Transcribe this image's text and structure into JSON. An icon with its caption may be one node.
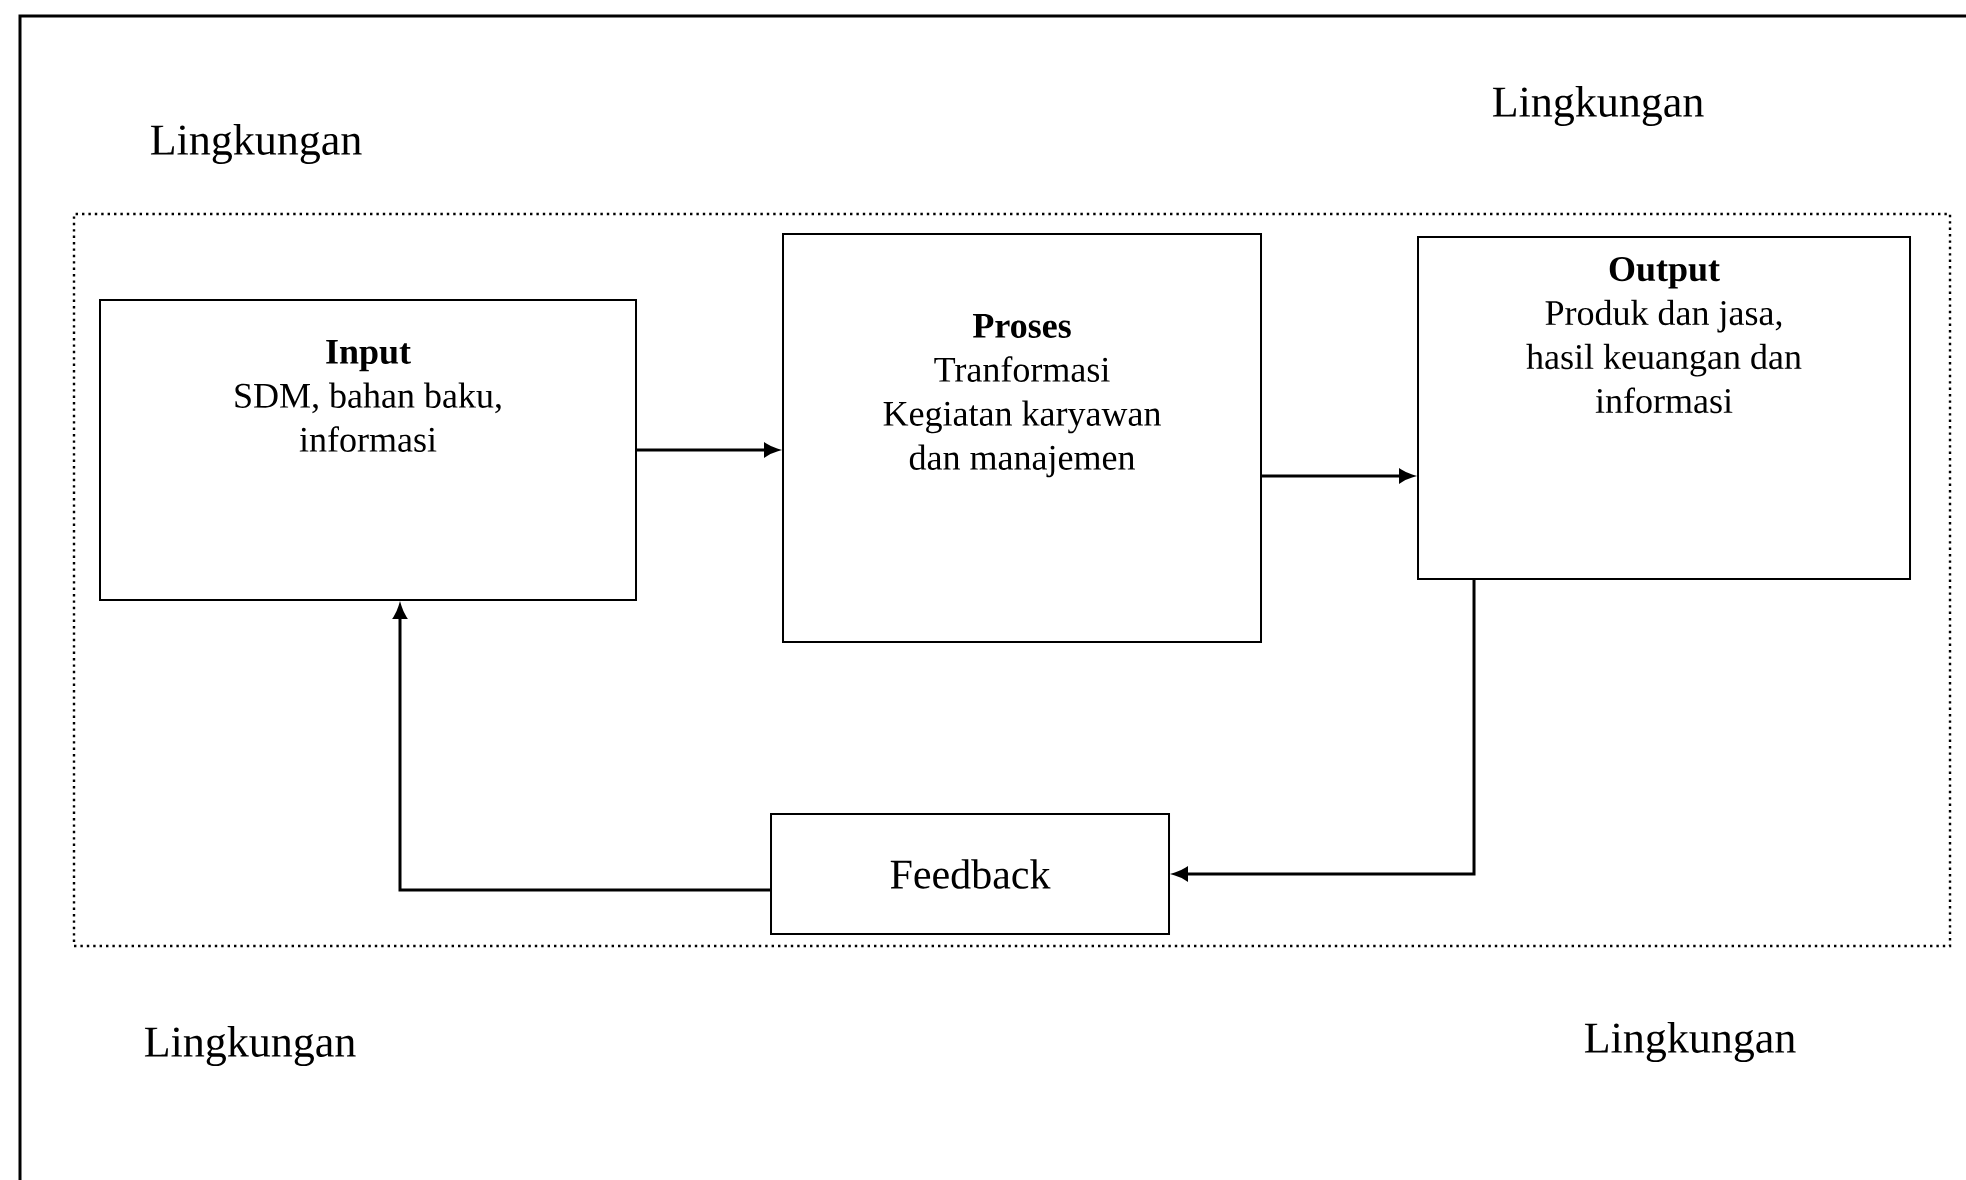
{
  "diagram": {
    "nodes": [
      {
        "text": [],
        "shape": "box"
      },
      {
        "text": [
          "Input",
          "SDM, bahan baku, informasi"
        ],
        "in": 0
      },
      {
        "text": [
          "Proses",
          "Tranformasi",
          "Kegiatan karyawan dan  manajemen"
        ],
        "in": 0
      },
      {
        "text": [
          "Output",
          "Produk dan jasa, hasil keuangan dan informasi"
        ],
        "in": 0
      },
      {
        "text": [
          "Feedback"
        ],
        "in": 0
      }
    ],
    "edges": [
      {
        "from": 1,
        "to": 2,
        "arrow": "to"
      },
      {
        "from": 2,
        "to": 3,
        "arrow": "to"
      },
      {
        "from": 3,
        "to": 4,
        "arrow": "to"
      },
      {
        "from": 4,
        "to": 1,
        "arrow": "to"
      }
    ],
    "labels": [
      "Lingkungan",
      "Lingkungan",
      "Lingkungan",
      "Lingkungan"
    ]
  }
}
